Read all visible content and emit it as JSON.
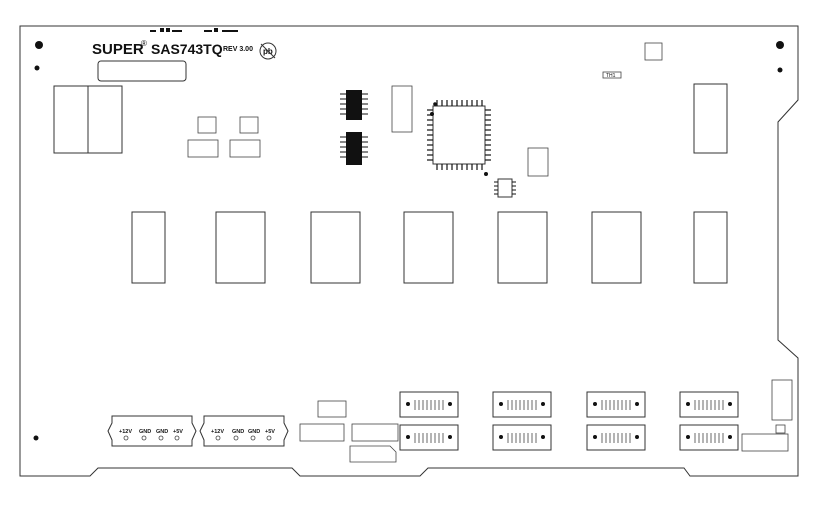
{
  "board": {
    "brand": "SUPER",
    "registered": "®",
    "model": "SAS743TQ",
    "revision": "REV 3.00",
    "pb_mark": "pb",
    "jumper_tag": "TH1"
  },
  "power_connectors": [
    {
      "pins": [
        "+12V",
        "GND",
        "GND",
        "+5V"
      ]
    },
    {
      "pins": [
        "+12V",
        "GND",
        "GND",
        "+5V"
      ]
    }
  ]
}
